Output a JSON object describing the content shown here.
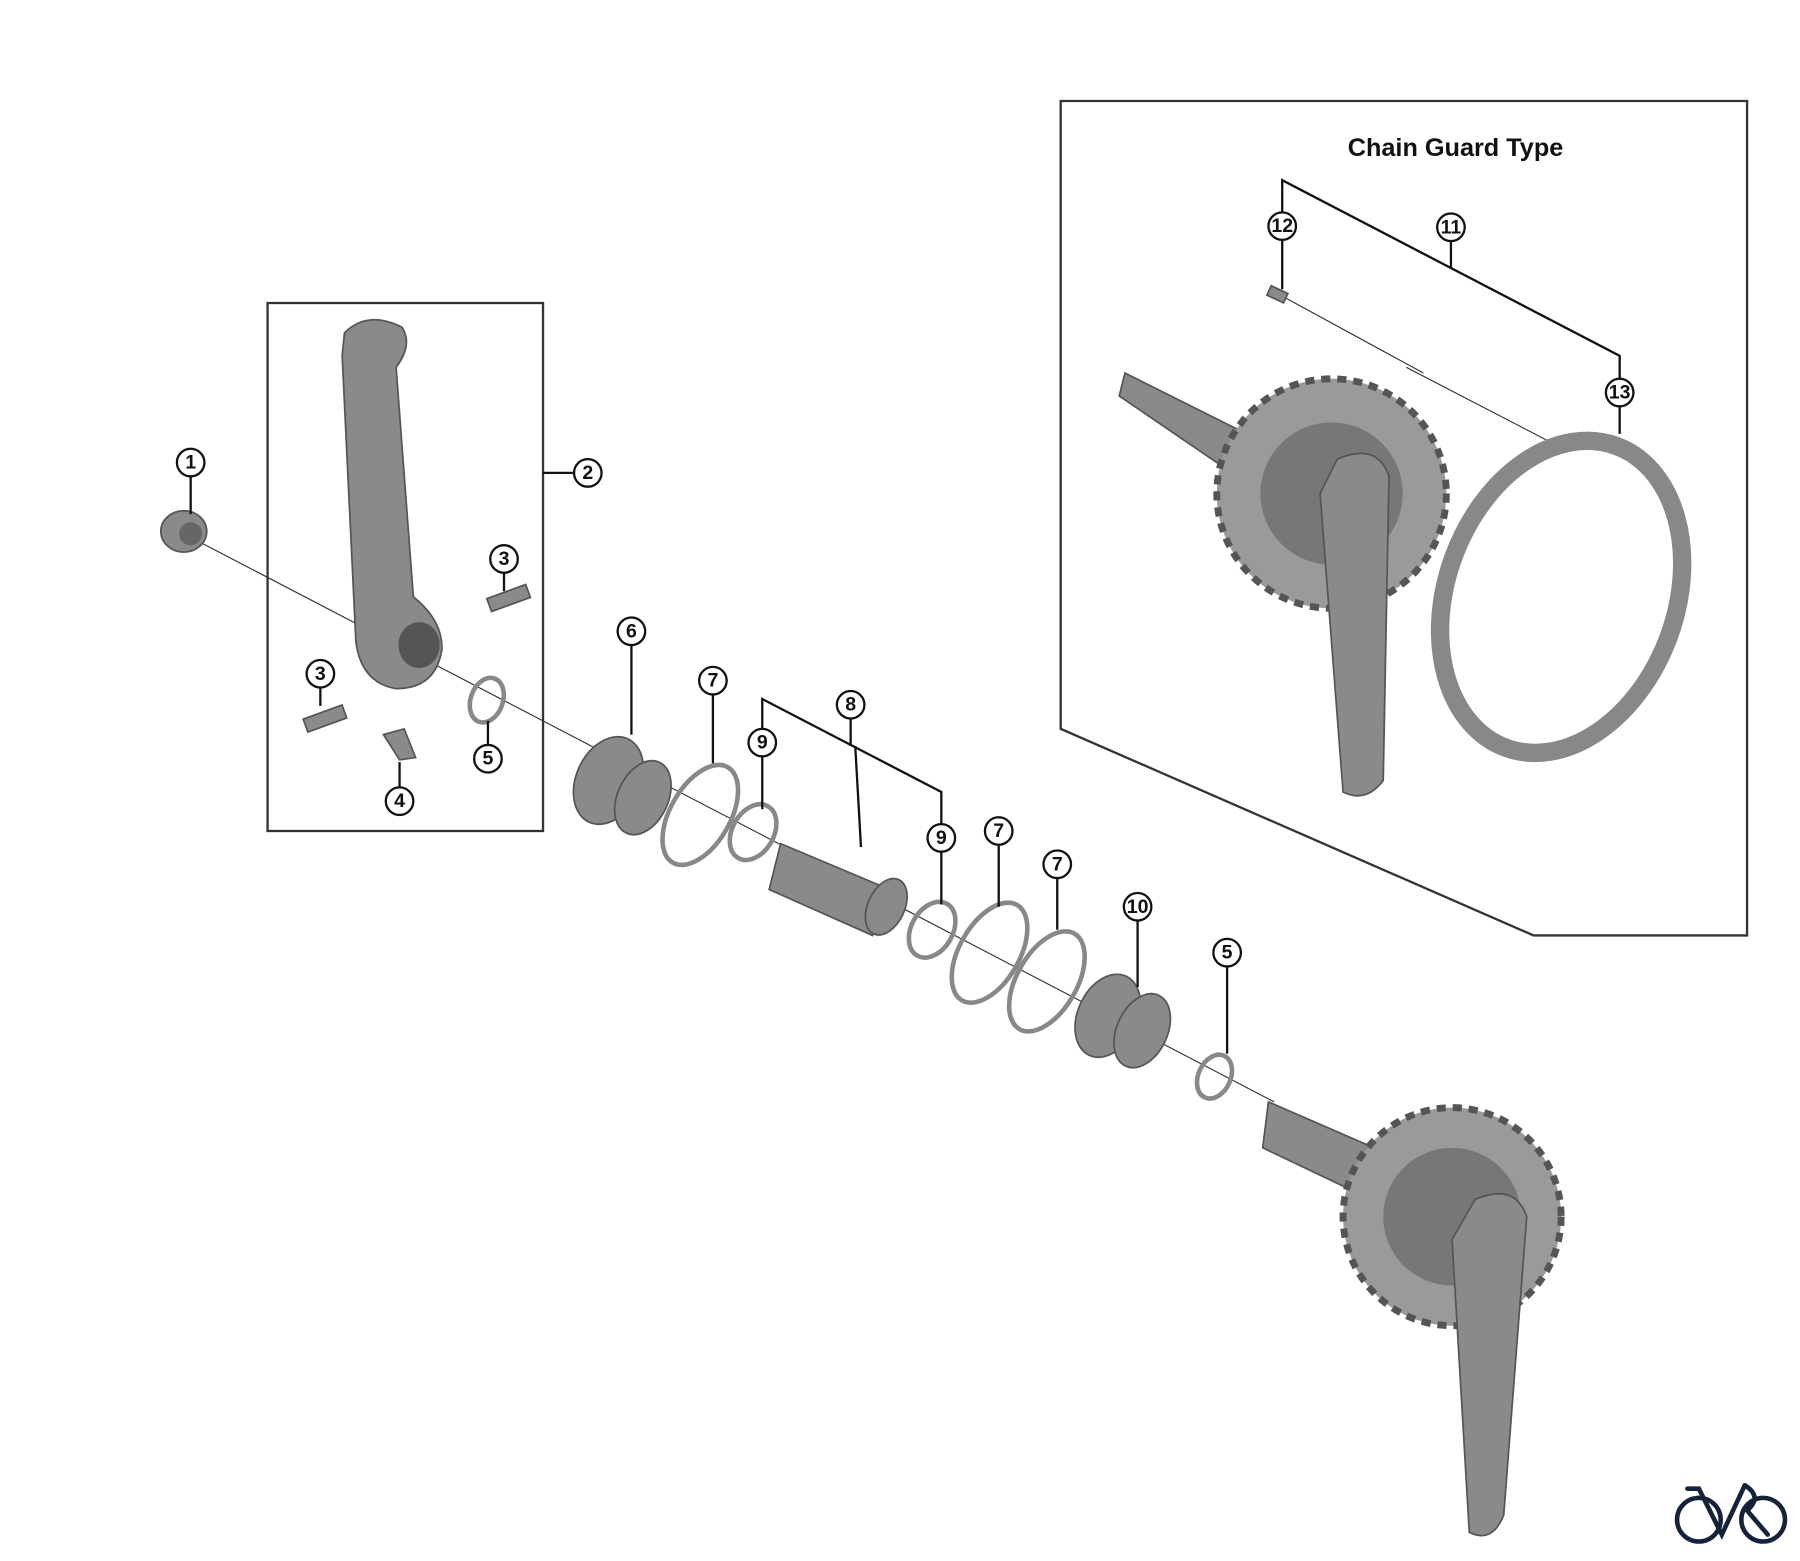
{
  "inset": {
    "title": "Chain Guard Type"
  },
  "callouts": [
    "1",
    "2",
    "3",
    "3",
    "4",
    "5",
    "6",
    "7",
    "8",
    "9",
    "9",
    "7",
    "7",
    "10",
    "5",
    "12",
    "11",
    "13"
  ],
  "logo": {
    "name": "bicycle-logo",
    "color": "#14223a"
  }
}
